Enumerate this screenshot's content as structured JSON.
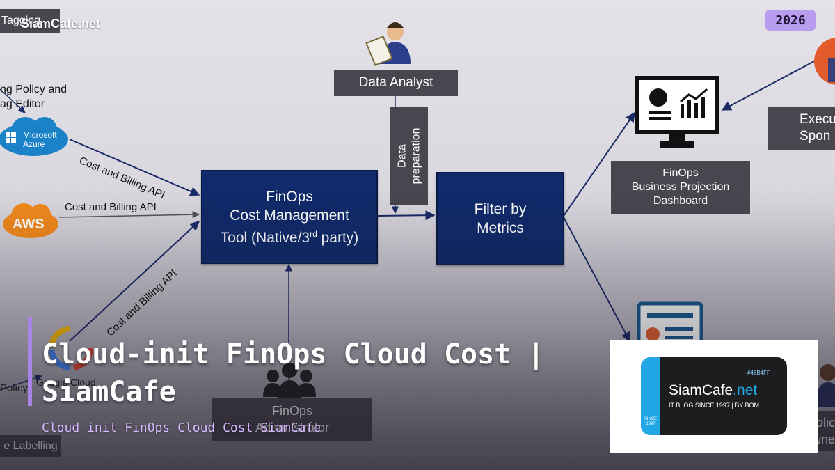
{
  "site": {
    "brand": "SiamCafe.net",
    "year": "2026"
  },
  "diagram": {
    "tagging_box": "Tagging",
    "policy_label_1": "ng Policy and",
    "policy_label_2": "ag Editor",
    "azure_1": "Microsoft",
    "azure_2": "Azure",
    "aws": "AWS",
    "google_cloud": "Google Cloud",
    "policy_left": "Policy",
    "labelling_box": "e Labelling",
    "api_label_1": "Cost and Billing API",
    "api_label_2": "Cost and Billing API",
    "api_label_3": "Cost and Billing API",
    "data_analyst": "Data Analyst",
    "data_prep_1": "Data",
    "data_prep_2": "preparation",
    "tool_1": "FinOps",
    "tool_2": "Cost Management",
    "tool_3": "Tool (Native/3",
    "tool_sup": "rd",
    "tool_4": " party)",
    "filter_1": "Filter by",
    "filter_2": "Metrics",
    "dashboard_1": "FinOps",
    "dashboard_2": "Business Projection",
    "dashboard_3": "Dashboard",
    "exec_1": "Execu",
    "exec_2": "Spon",
    "admin_1": "FinOps",
    "admin_2": "Administrator",
    "policy_right_1": "olic",
    "policy_right_2": "wne"
  },
  "overlay": {
    "title": "Cloud-init FinOps Cloud Cost | SiamCafe",
    "subtitle": "Cloud init FinOps Cloud Cost SiamCafe"
  },
  "logo": {
    "name_part1": "SiamCafe",
    "name_part2": ".net",
    "tagline": "IT BLOG SINCE 1997 | BY BOM",
    "hex": "#46B4FF",
    "since_1": "SINCE",
    "since_2": "1997"
  },
  "colors": {
    "navy": "#102a6a",
    "gray_box": "#4a4650",
    "accent": "#a884e6",
    "brand_blue": "#1fa7e6"
  }
}
